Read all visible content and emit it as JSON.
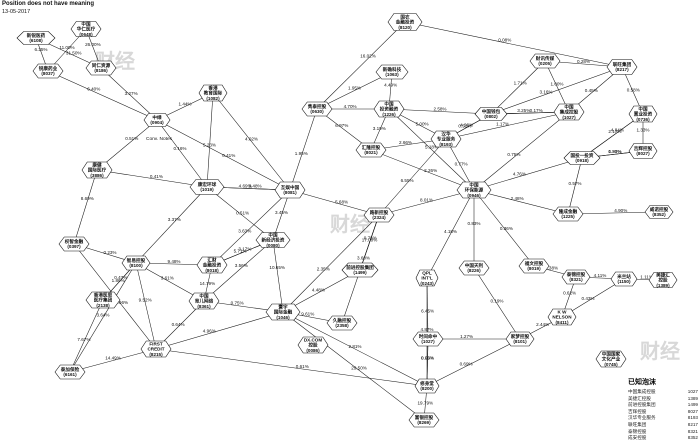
{
  "header": {
    "title": "Position does not have meaning",
    "date": "13-05-2017"
  },
  "watermark": "财经",
  "nodes": [
    {
      "id": "n6108",
      "label": "新锐医药\n(6108)"
    },
    {
      "id": "n0648",
      "label": "中国\n华仁医疗\n(0648)"
    },
    {
      "id": "n8037",
      "label": "锐康药业\n(8037)"
    },
    {
      "id": "n8186",
      "label": "同仁资源\n(8186)"
    },
    {
      "id": "n8120",
      "label": "国农\n金融投资\n(8120)"
    },
    {
      "id": "n1063",
      "label": "新确科技\n(1063)"
    },
    {
      "id": "n0205",
      "label": "财讯传媒\n(0205)"
    },
    {
      "id": "n8217",
      "label": "联旺集团\n(8217)"
    },
    {
      "id": "n0904",
      "label": "中绿\n(0904)"
    },
    {
      "id": "n1082",
      "label": "香港\n教育国际\n(1082)"
    },
    {
      "id": "n0630",
      "label": "隽泰控股\n(0630)"
    },
    {
      "id": "n0802",
      "label": "中国钱包\n(0802)"
    },
    {
      "id": "n1226",
      "label": "中国\n投资融资\n(1226)"
    },
    {
      "id": "n1027",
      "label": "中国\n集成控股\n(1027)"
    },
    {
      "id": "n8193",
      "label": "汉华\n专业服务\n(8193)"
    },
    {
      "id": "n0736",
      "label": "中国\n置业投资\n(0736)"
    },
    {
      "id": "n3886",
      "label": "康健\n国际医疗\n(3886)"
    },
    {
      "id": "n8021",
      "label": "汇隆控股\n(8021)"
    },
    {
      "id": "n0918",
      "label": "国投一投资\n(0918)"
    },
    {
      "id": "n8027",
      "label": "吉辉控股\n(8027)"
    },
    {
      "id": "n1019",
      "label": "康宏环球\n(1019)"
    },
    {
      "id": "n8081",
      "label": "互娱中国\n(8081)"
    },
    {
      "id": "n0946",
      "label": "中国\n环保能源\n(0946)"
    },
    {
      "id": "n1225",
      "label": "隆成金融\n(1225)"
    },
    {
      "id": "n8352",
      "label": "威诺控股\n(8352)"
    },
    {
      "id": "n0397",
      "label": "权智金融\n(0397)"
    },
    {
      "id": "n0080",
      "label": "中国\n新经济投资\n(0080)"
    },
    {
      "id": "n2324",
      "label": "路新控股\n(2324)"
    },
    {
      "id": "n8100",
      "label": "智易控股\n(8100)"
    },
    {
      "id": "n8018",
      "label": "汇财\n金融投资\n(8018)"
    },
    {
      "id": "n8226",
      "label": "中国天利\n(8226)"
    },
    {
      "id": "n8019",
      "label": "福文控股\n(8019)"
    },
    {
      "id": "n2138",
      "label": "香港医思\n医疗集团\n(2138)"
    },
    {
      "id": "n1499",
      "label": "前进控股集团\n(1499)"
    },
    {
      "id": "n0243",
      "label": "QPL\nINT'L\n(0243)"
    },
    {
      "id": "n8321",
      "label": "泰锦控股\n(8321)"
    },
    {
      "id": "n1150",
      "label": "米兰站\n(1150)"
    },
    {
      "id": "n1389",
      "label": "美捷汇\n控股\n(1389)"
    },
    {
      "id": "n8361",
      "label": "中国\n育儿网络\n(8361)"
    },
    {
      "id": "n1046",
      "label": "寰宇\n国际金融\n(1046)"
    },
    {
      "id": "n2358",
      "label": "久融控股\n(2358)"
    },
    {
      "id": "n6161",
      "label": "泰加保险\n(6161)"
    },
    {
      "id": "n8215",
      "label": "FIRST\nCREDIT\n(8215)"
    },
    {
      "id": "n1027b",
      "label": "时间命中\n(1027)"
    },
    {
      "id": "n8101",
      "label": "家梦控股\n(8101)"
    },
    {
      "id": "n8411",
      "label": "K W\nNELSON\n(8411)"
    },
    {
      "id": "n0086",
      "label": "DX.COM\n控股\n(0086)"
    },
    {
      "id": "n0745",
      "label": "中国国家\n文化产业\n(0745)"
    },
    {
      "id": "n8200",
      "label": "修身堂\n(8200)"
    },
    {
      "id": "n8269",
      "label": "富银控股\n(8269)"
    }
  ],
  "edge_labels": [
    "6.25%",
    "11.00%",
    "31.50%",
    "26.00%",
    "3.27%",
    "6.40%",
    "1.44%",
    "0.51%",
    "0.16%",
    "0.41%",
    "8.69%",
    "4.02%",
    "5.23%",
    "4.69%",
    "0.41%",
    "16.02%",
    "1.95%",
    "1.95%",
    "6.97%",
    "4.70%",
    "4.49%",
    "2.58%",
    "5.00%",
    "3.19%",
    "1.71%",
    "3.16%",
    "0.28%",
    "0.45%",
    "0.08%",
    "0.58%",
    "0.17%",
    "1.00%",
    "0.75%",
    "2.17%",
    "1.17%",
    "3.25%",
    "1.33%",
    "4.84%",
    "1.90%",
    "0.33%",
    "4.76%",
    "0.57%",
    "4.90%",
    "2.48%",
    "0.51%",
    "9.48%",
    "3.45%",
    "5.68%",
    "3.37%",
    "5.71%",
    "3.63%",
    "9.48%",
    "14.79%",
    "3.61%",
    "3.17%",
    "10.65%",
    "17.00%",
    "6.55%",
    "2.66%",
    "0.77%",
    "2.26%",
    "8.01%",
    "2.35%",
    "0.78%",
    "4.48%",
    "3.60%",
    "4.18%",
    "6.45%",
    "0.83%",
    "0.36%",
    "2.38%",
    "4.11%",
    "1.11%",
    "0.62%",
    "2.44%",
    "0.43%",
    "0.19%",
    "0.69%",
    "0.09%",
    "0.95%",
    "1.27%",
    "3.64%",
    "7.67%",
    "9.52%",
    "0.64%",
    "4.96%",
    "14.49%",
    "0.96%",
    "0.47%",
    "0.61%",
    "9.61%",
    "2.81%",
    "19.79%",
    "29.50%",
    "4.96%",
    "0.51%",
    "5.18%",
    "0.23%",
    "1.86%",
    "3.56%",
    "0.75%",
    "4.87%",
    "2.91%",
    "2.97%",
    "2.80%",
    "1.53%",
    "2.04%",
    "4.77%",
    "0.38%",
    "3.12%",
    "0.82%",
    "10.77%",
    "10.67%",
    "3.22%",
    "3.05%",
    "1.40%",
    "3.52%"
  ],
  "annotations": {
    "conv_notes": "Conv. Notes"
  },
  "legend": {
    "title": "已知泡沫",
    "items": [
      {
        "name": "中国集成控股",
        "code": "1027"
      },
      {
        "name": "美捷汇控股",
        "code": "1389"
      },
      {
        "name": "前进控股集团",
        "code": "1499"
      },
      {
        "name": "吉辉控股",
        "code": "8027"
      },
      {
        "name": "汉华专业服务",
        "code": "8193"
      },
      {
        "name": "联旺集团",
        "code": "8217"
      },
      {
        "name": "泰锦控股",
        "code": "8321"
      },
      {
        "name": "成安控股",
        "code": "8352"
      }
    ]
  },
  "colors": {
    "node_fill": "#ffffff",
    "node_stroke": "#111111",
    "edge": "#1a1a1a",
    "text": "#111111"
  }
}
